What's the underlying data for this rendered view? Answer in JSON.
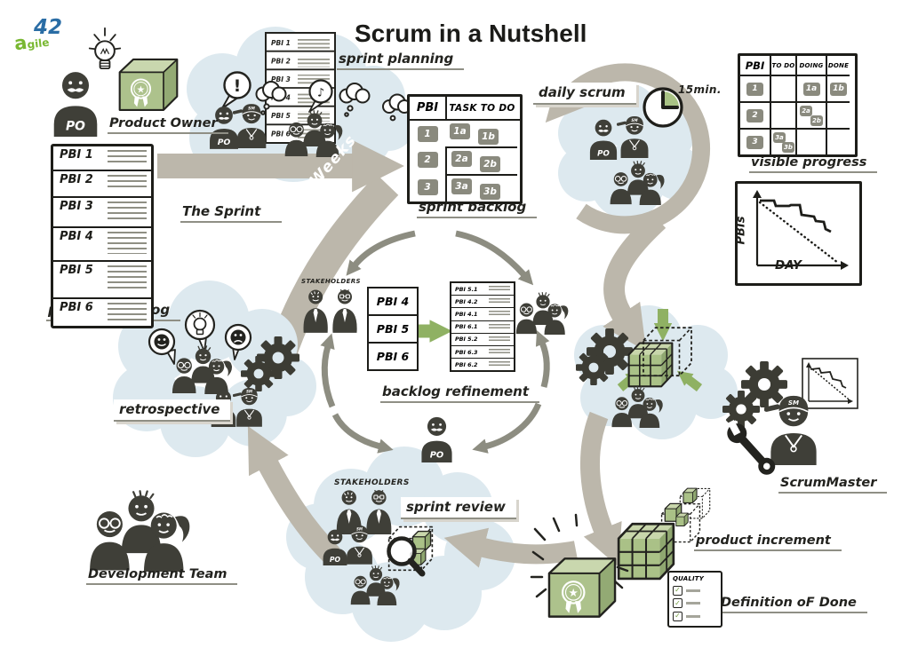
{
  "title": "Scrum in a Nutshell",
  "logo": {
    "number": "42",
    "word": "agile"
  },
  "badges": {
    "po": "PO",
    "sm": "SM"
  },
  "icons": {
    "exclamation": "!",
    "music_note": "♪",
    "star": "★",
    "check": "✓"
  },
  "product_owner": {
    "label": "Product Owner"
  },
  "product_backlog": {
    "label": "product backlog",
    "items": [
      "PBI 1",
      "PBI 2",
      "PBI 3",
      "PBI 4",
      "PBI 5",
      "PBI 6"
    ]
  },
  "sprint_planning": {
    "label": "sprint planning",
    "mini_backlog": [
      "PBI 1",
      "PBI 2",
      "PBI 3",
      "PBI 4",
      "PBI 5",
      "PBI 6"
    ]
  },
  "the_sprint": {
    "label": "The Sprint",
    "duration": "1 - 4 Weeks"
  },
  "sprint_backlog": {
    "label": "sprint backlog",
    "columns": [
      "PBI",
      "TASK TO DO"
    ],
    "rows": [
      {
        "pbi": "1",
        "tasks": [
          "1a",
          "1b"
        ]
      },
      {
        "pbi": "2",
        "tasks": [
          "2a",
          "2b"
        ]
      },
      {
        "pbi": "3",
        "tasks": [
          "3a",
          "3b"
        ]
      }
    ]
  },
  "daily_scrum": {
    "label": "daily scrum",
    "timebox": "15min."
  },
  "visible_progress": {
    "label": "visible progress",
    "columns": [
      "PBI",
      "TO DO",
      "DOING",
      "DONE"
    ],
    "rows": [
      {
        "pbi": "1",
        "to_do": [],
        "doing": [
          "1a"
        ],
        "done": [
          "1b"
        ]
      },
      {
        "pbi": "2",
        "to_do": [],
        "doing": [
          "2a",
          "2b"
        ],
        "done": []
      },
      {
        "pbi": "3",
        "to_do": [
          "3a",
          "3b"
        ],
        "doing": [],
        "done": []
      }
    ]
  },
  "burndown_chart": {
    "ylabel": "PBIs",
    "xlabel": "DAY"
  },
  "backlog_refinement": {
    "label": "backlog refinement",
    "stakeholders_label": "STAKEHOLDERS",
    "input_items": [
      "PBI 4",
      "PBI 5",
      "PBI 6"
    ],
    "refined_items": [
      "PBI 5.1",
      "PBI 4.2",
      "PBI 4.1",
      "PBI 6.1",
      "PBI 5.2",
      "PBI 6.3",
      "PBI 6.2"
    ]
  },
  "sprint_review": {
    "label": "sprint review",
    "stakeholders_label": "STAKEHOLDERS"
  },
  "retrospective": {
    "label": "retrospective"
  },
  "development_team": {
    "label": "Development Team"
  },
  "scrum_master": {
    "label": "ScrumMaster"
  },
  "product_increment": {
    "label": "product increment"
  },
  "definition_of_done": {
    "label": "Definition oF Done",
    "card_title": "QUALITY"
  },
  "colors": {
    "figure_dark": "#3f3f38",
    "cloud_blue": "#dde9ef",
    "arrow_gray": "#bcb7ab",
    "arrow_dark_gray": "#8d8d81",
    "accent_green": "#8fb163",
    "cube_green": "#aac187",
    "chip_gray": "#8a8a7e",
    "logo_blue": "#2a6da5",
    "logo_green": "#79b832"
  }
}
